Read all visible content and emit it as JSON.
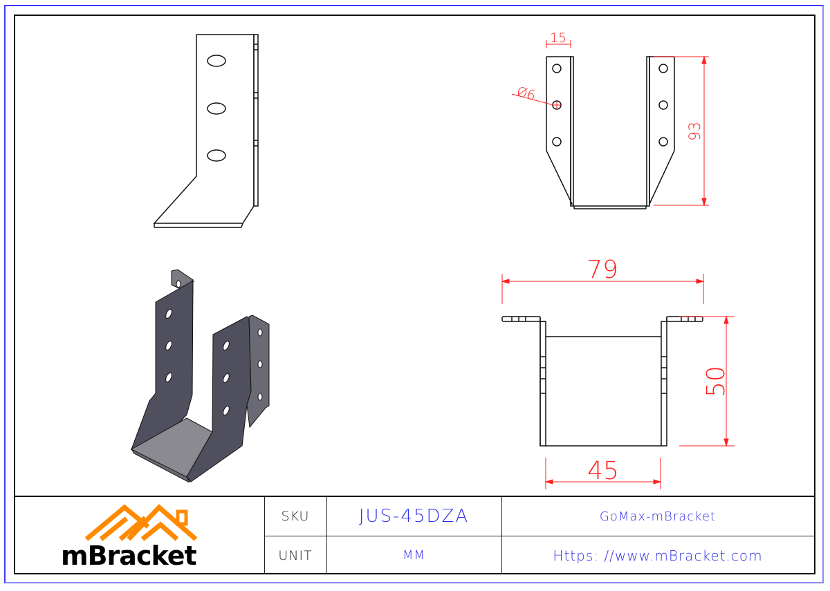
{
  "title_block": {
    "logo_text": "mBracket",
    "sku_label": "SKU",
    "sku_value": "JUS-45DZA",
    "unit_label": "UNIT",
    "unit_value": "MM",
    "company": "GoMax-mBracket",
    "website": "Https: //www.mBracket.com"
  },
  "dimensions": {
    "flange_width": "15",
    "hole_diameter": "Ø6",
    "height": "93",
    "overall_width": "79",
    "seat_depth": "50",
    "inner_width": "45"
  },
  "views": {
    "side_view": "side-elevation",
    "front_view": "front-elevation",
    "isometric_view": "isometric-3d",
    "top_view": "plan-view"
  },
  "colors": {
    "dimension": "#ff2020",
    "outline": "#111111",
    "frame": "#3b3bff",
    "text_blue": "#3030e8",
    "logo_orange": "#ff8a00",
    "metal_dark": "#4f4f5e",
    "metal_light": "#7a7a82"
  }
}
